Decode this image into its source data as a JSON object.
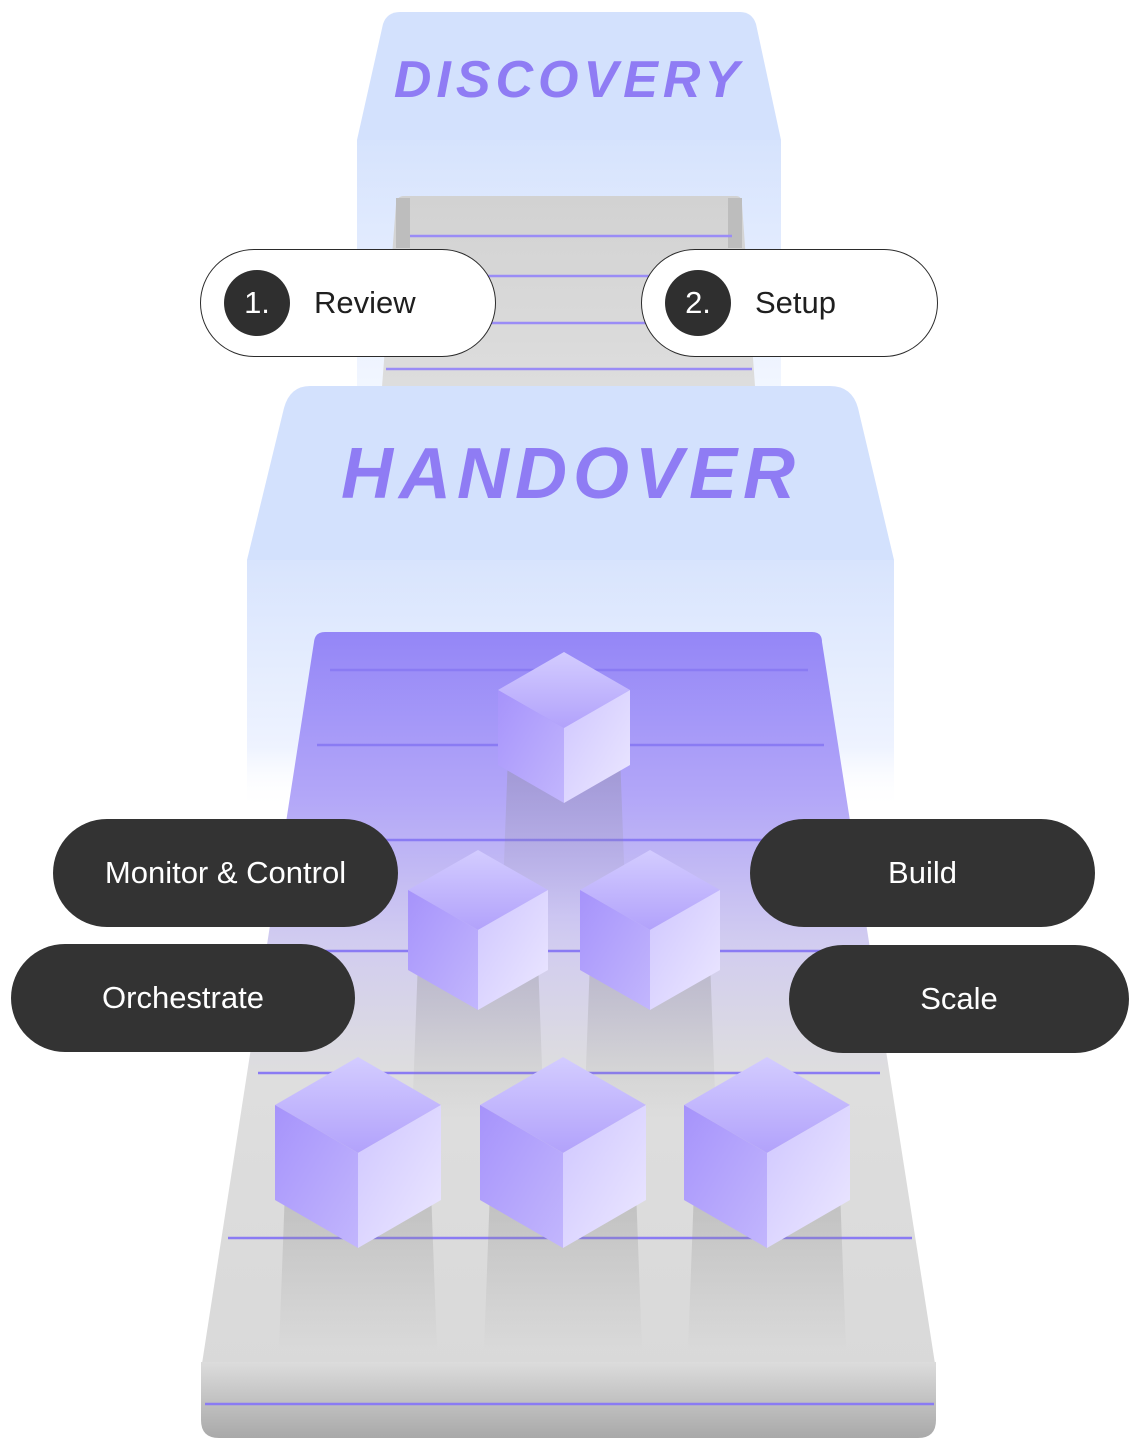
{
  "stages": {
    "top": "DISCOVERY",
    "bottom": "HANDOVER"
  },
  "steps": [
    {
      "number": "1.",
      "label": "Review"
    },
    {
      "number": "2.",
      "label": "Setup"
    }
  ],
  "capabilities": {
    "left": [
      "Monitor & Control",
      "Orchestrate"
    ],
    "right": [
      "Build",
      "Scale"
    ]
  },
  "colors": {
    "accent": "#8f7cf4",
    "panel": "#d3e0fc",
    "cube_light": "#e3dcff",
    "cube_dark": "#a490fa",
    "belt": "#d6d6d6",
    "pill_dark": "#333333"
  },
  "icons": [
    "cube-icon"
  ]
}
